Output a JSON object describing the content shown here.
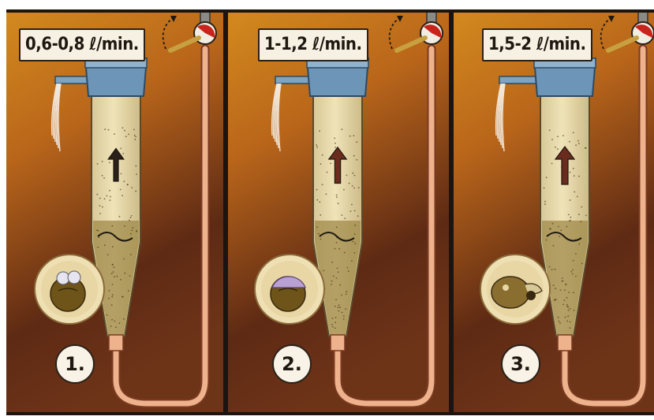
{
  "panels": [
    {
      "flow_rate": "0,6-0,8 ℓ/min.",
      "step": "1.",
      "stage": "egg-swollen-membrane"
    },
    {
      "flow_rate": "1-1,2 ℓ/min.",
      "step": "2.",
      "stage": "egg-eyed-embryo"
    },
    {
      "flow_rate": "1,5-2 ℓ/min.",
      "step": "3.",
      "stage": "hatched-larva"
    }
  ],
  "colors": {
    "background_amber": "#d48a1e",
    "background_brown": "#5e2a14",
    "tube": "#efe3b8",
    "cap": "#6c95b8",
    "hose": "#eeb28d",
    "divider": "#1c1410"
  }
}
